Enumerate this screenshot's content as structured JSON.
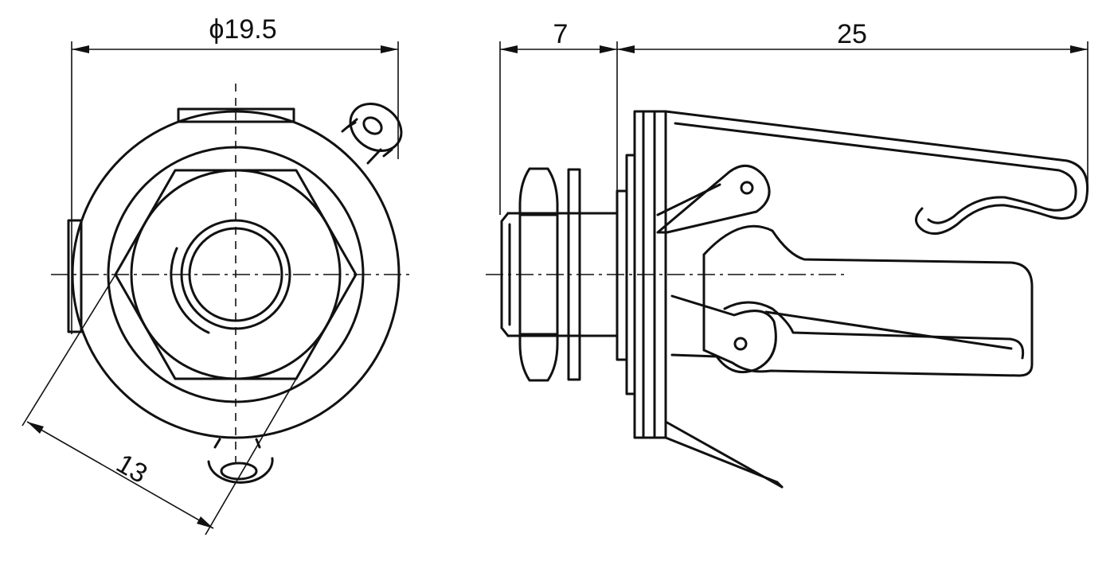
{
  "diagram": {
    "front_view": {
      "diameter_label": "ϕ19.5",
      "nut_label": "13"
    },
    "side_view": {
      "thread_length_label": "7",
      "body_length_label": "25"
    },
    "colors": {
      "stroke": "#111111",
      "background": "#ffffff"
    }
  }
}
